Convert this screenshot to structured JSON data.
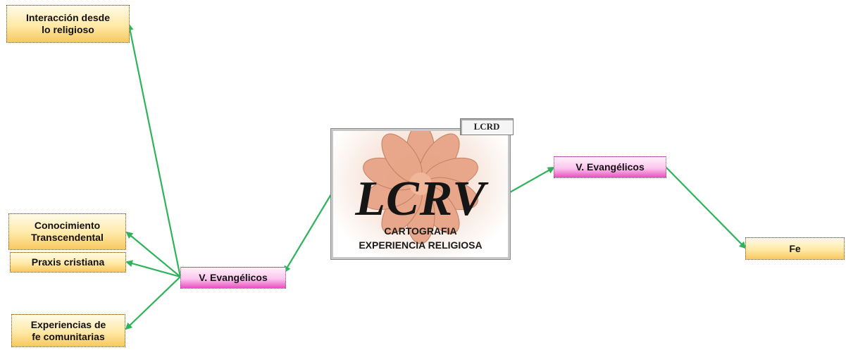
{
  "colors": {
    "arrow": "#2fb35a",
    "leaf_fill": "#ffe9a6",
    "branch_fill": "#fbc6ee"
  },
  "center": {
    "badge": "LCRD",
    "logo": "LCRV",
    "caption_line1": "CARTOGRAFIA",
    "caption_line2": "EXPERIENCIA RELIGIOSA"
  },
  "left_branch": {
    "label": "V. Evangélicos",
    "children": [
      {
        "line1": "Interacción desde",
        "line2": "lo religioso"
      },
      {
        "line1": "Conocimiento",
        "line2": "Transcendental"
      },
      {
        "line1": "Praxis cristiana",
        "line2": ""
      },
      {
        "line1": "Experiencias de",
        "line2": "fe comunitarias"
      }
    ]
  },
  "right_branch": {
    "label": "V. Evangélicos",
    "children": [
      {
        "line1": "Fe",
        "line2": ""
      }
    ]
  }
}
